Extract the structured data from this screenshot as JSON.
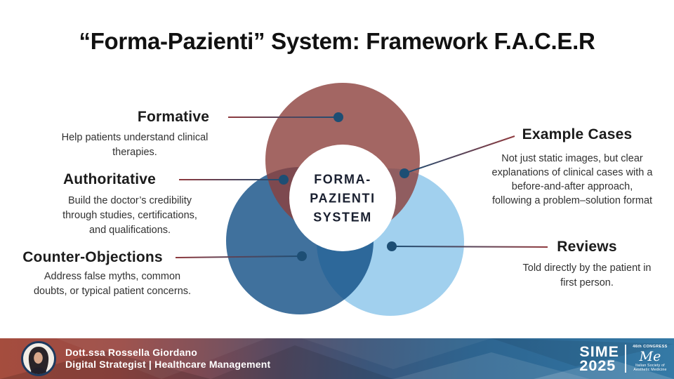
{
  "title": "“Forma-Pazienti” System: Framework F.A.C.E.R",
  "diagram": {
    "center_label": {
      "lines": [
        "FORMA-",
        "PAZIENTI",
        "SYSTEM"
      ]
    },
    "items": [
      {
        "id": "formative",
        "label": "Formative",
        "lines": [
          "Help patients understand clinical",
          "therapies."
        ]
      },
      {
        "id": "authoritative",
        "label": "Authoritative",
        "lines": [
          "Build the doctor’s credibility",
          "through studies, certifications,",
          "and qualifications."
        ]
      },
      {
        "id": "counter-objections",
        "label": "Counter-Objections",
        "lines": [
          "Address false myths, common",
          "doubts, or typical patient concerns."
        ]
      },
      {
        "id": "example-cases",
        "label": "Example Cases",
        "lines": [
          "Not just static images, but clear",
          "explanations of clinical cases with a",
          "before-and-after approach,",
          "following a problem–solution format"
        ]
      },
      {
        "id": "reviews",
        "label": "Reviews",
        "lines": [
          "Told directly by the patient in",
          "first person."
        ]
      }
    ],
    "colors": {
      "red": "#8c403c",
      "dark-blue": "#104e85",
      "light-blue": "#8ac4ea",
      "line-red": "#8f3a3e",
      "line-navy": "#1d4e74",
      "dot": "#1d4e74",
      "footer-red": "#a54d3e",
      "footer-blue": "#357aa6"
    }
  },
  "footer": {
    "presenter": {
      "name": "Dott.ssa Rossella Giordano",
      "role": "Digital Strategist | Healthcare Management",
      "avatar": "woman-portrait"
    },
    "event": {
      "name_line1": "SIME",
      "name_line2": "2025",
      "congress": "46th CONGRESS",
      "logo": "Me",
      "society_line1": "Italian Society of",
      "society_line2": "Aesthetic Medicine"
    }
  }
}
